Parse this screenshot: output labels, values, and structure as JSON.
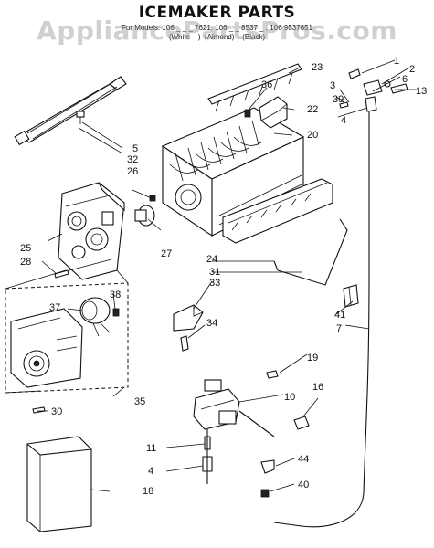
{
  "title": "ICEMAKER PARTS",
  "subtitle_lines": [
    "For Models: 106 _ _ _ 7621, 106 _ _ 8537 _ , 106 9537651",
    "(White    )  (Almond)    (Black)"
  ],
  "watermark": "AppliancePartsPros.com",
  "callouts": [
    "1",
    "2",
    "3",
    "4",
    "5",
    "6",
    "7",
    "10",
    "11",
    "4",
    "13",
    "16",
    "18",
    "19",
    "20",
    "22",
    "23",
    "24",
    "25",
    "26",
    "27",
    "28",
    "30",
    "31",
    "32",
    "33",
    "34",
    "35",
    "36",
    "37",
    "38",
    "39",
    "40",
    "41",
    "44"
  ]
}
